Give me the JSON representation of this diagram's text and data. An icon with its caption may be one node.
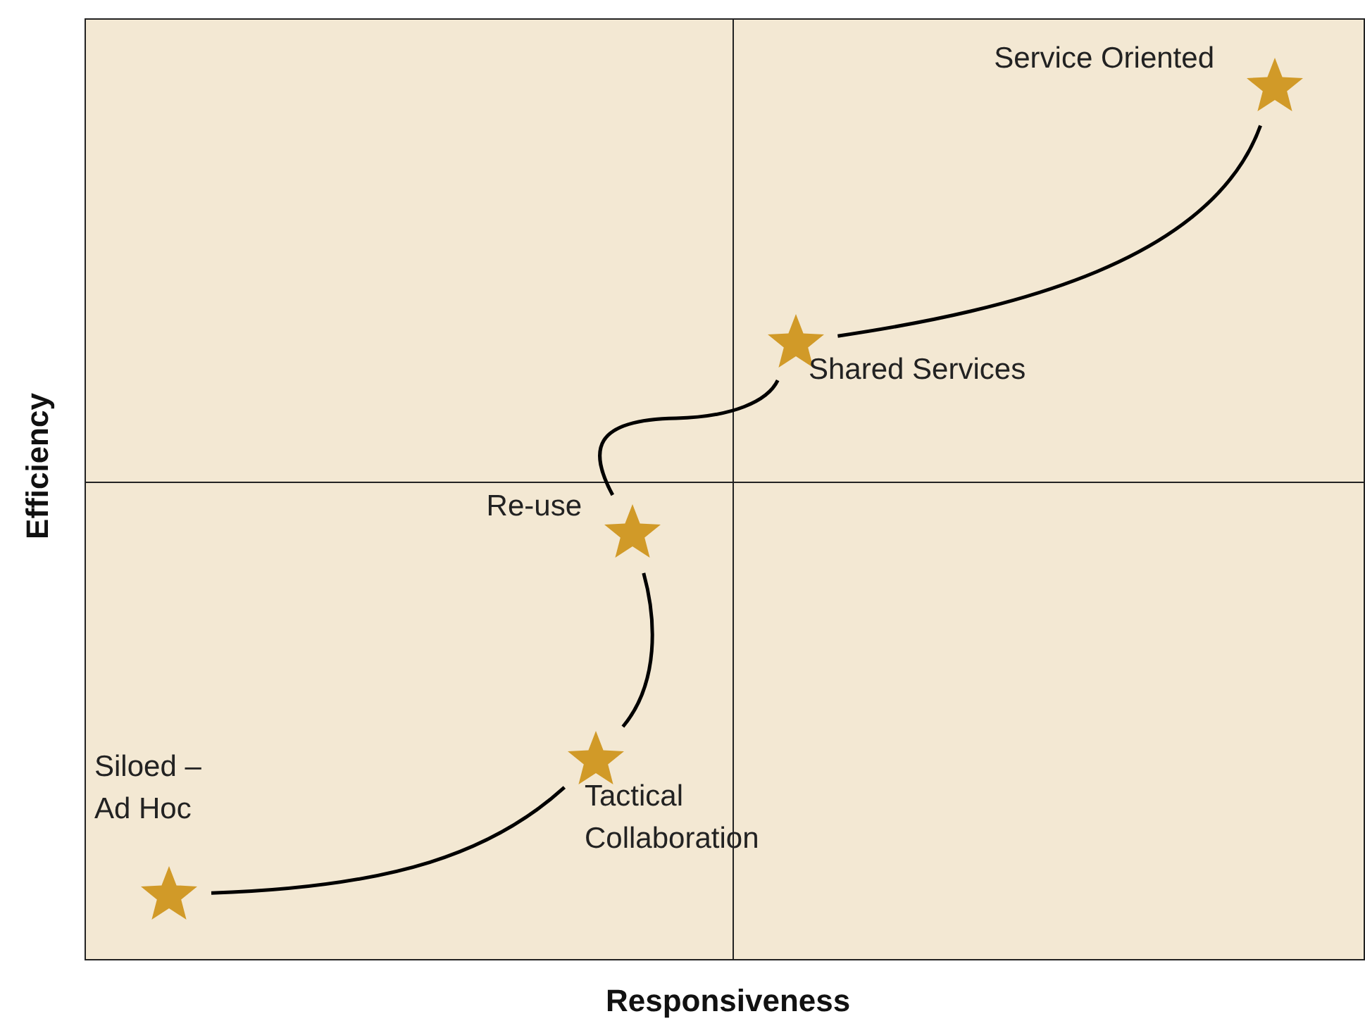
{
  "diagram": {
    "nodes": [
      {
        "text": [],
        "shape": "star",
        "beside": [
          "Siloed – Ad Hoc"
        ]
      },
      {
        "text": [],
        "shape": "star",
        "beside": [
          "Tactical Collaboration"
        ]
      },
      {
        "text": [],
        "shape": "star",
        "beside": [
          "Re-use"
        ]
      },
      {
        "text": [],
        "shape": "star",
        "beside": [
          "Shared Services"
        ]
      },
      {
        "text": [],
        "shape": "star",
        "beside": [
          "Service Oriented"
        ]
      }
    ],
    "edges": [
      {
        "from": 0,
        "to": 1,
        "arrow": "none"
      },
      {
        "from": 1,
        "to": 2,
        "arrow": "none"
      },
      {
        "from": 2,
        "to": 3,
        "arrow": "none"
      },
      {
        "from": 3,
        "to": 4,
        "arrow": "none"
      }
    ],
    "labels": [
      "Efficiency",
      "Responsiveness"
    ]
  }
}
